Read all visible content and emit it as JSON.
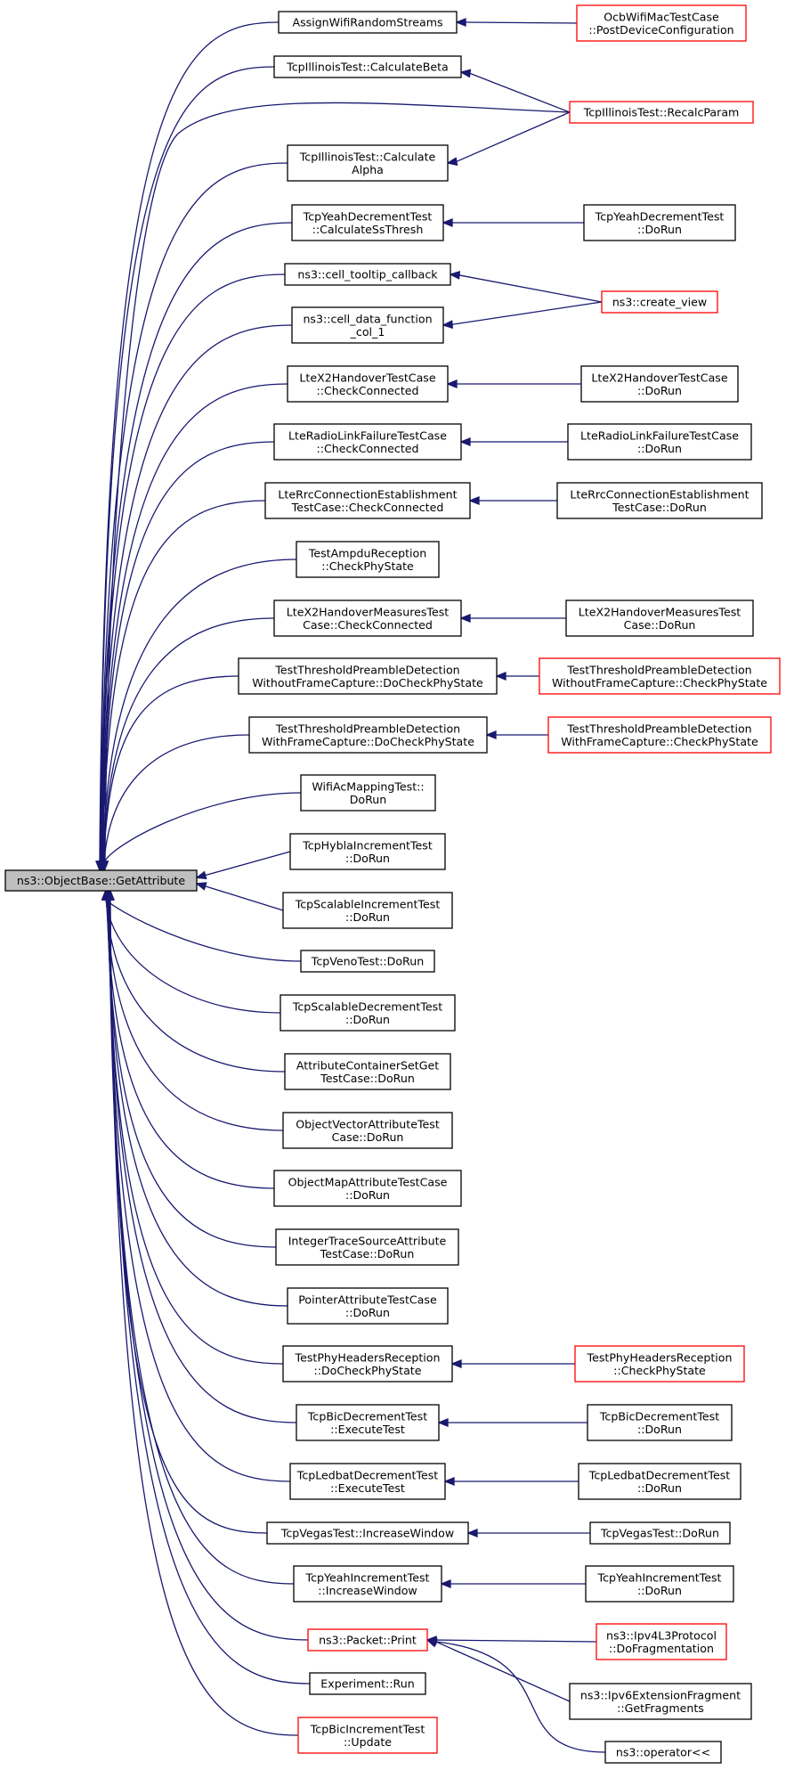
{
  "graph": {
    "root": {
      "id": "root",
      "lines": [
        "ns3::ObjectBase::GetAttribute"
      ]
    },
    "callers": [
      {
        "id": "c1",
        "lines": [
          "AssignWifiRandomStreams"
        ]
      },
      {
        "id": "c2",
        "lines": [
          "TcpIllinoisTest::CalculateBeta"
        ]
      },
      {
        "id": "c3",
        "lines": [
          "TcpIllinoisTest::Calculate",
          "Alpha"
        ]
      },
      {
        "id": "c4",
        "lines": [
          "TcpYeahDecrementTest",
          "::CalculateSsThresh"
        ]
      },
      {
        "id": "c5",
        "lines": [
          "ns3::cell_tooltip_callback"
        ]
      },
      {
        "id": "c6",
        "lines": [
          "ns3::cell_data_function",
          "_col_1"
        ]
      },
      {
        "id": "c7",
        "lines": [
          "LteX2HandoverTestCase",
          "::CheckConnected"
        ]
      },
      {
        "id": "c8",
        "lines": [
          "LteRadioLinkFailureTestCase",
          "::CheckConnected"
        ]
      },
      {
        "id": "c9",
        "lines": [
          "LteRrcConnectionEstablishment",
          "TestCase::CheckConnected"
        ]
      },
      {
        "id": "c10",
        "lines": [
          "TestAmpduReception",
          "::CheckPhyState"
        ]
      },
      {
        "id": "c11",
        "lines": [
          "LteX2HandoverMeasuresTest",
          "Case::CheckConnected"
        ]
      },
      {
        "id": "c12",
        "lines": [
          "TestThresholdPreambleDetection",
          "WithoutFrameCapture::DoCheckPhyState"
        ]
      },
      {
        "id": "c13",
        "lines": [
          "TestThresholdPreambleDetection",
          "WithFrameCapture::DoCheckPhyState"
        ]
      },
      {
        "id": "c14",
        "lines": [
          "WifiAcMappingTest::",
          "DoRun"
        ]
      },
      {
        "id": "c15",
        "lines": [
          "TcpHyblaIncrementTest",
          "::DoRun"
        ]
      },
      {
        "id": "c16",
        "lines": [
          "TcpScalableIncrementTest",
          "::DoRun"
        ]
      },
      {
        "id": "c17",
        "lines": [
          "TcpVenoTest::DoRun"
        ]
      },
      {
        "id": "c18",
        "lines": [
          "TcpScalableDecrementTest",
          "::DoRun"
        ]
      },
      {
        "id": "c19",
        "lines": [
          "AttributeContainerSetGet",
          "TestCase::DoRun"
        ]
      },
      {
        "id": "c20",
        "lines": [
          "ObjectVectorAttributeTest",
          "Case::DoRun"
        ]
      },
      {
        "id": "c21",
        "lines": [
          "ObjectMapAttributeTestCase",
          "::DoRun"
        ]
      },
      {
        "id": "c22",
        "lines": [
          "IntegerTraceSourceAttribute",
          "TestCase::DoRun"
        ]
      },
      {
        "id": "c23",
        "lines": [
          "PointerAttributeTestCase",
          "::DoRun"
        ]
      },
      {
        "id": "c24",
        "lines": [
          "TestPhyHeadersReception",
          "::DoCheckPhyState"
        ]
      },
      {
        "id": "c25",
        "lines": [
          "TcpBicDecrementTest",
          "::ExecuteTest"
        ]
      },
      {
        "id": "c26",
        "lines": [
          "TcpLedbatDecrementTest",
          "::ExecuteTest"
        ]
      },
      {
        "id": "c27",
        "lines": [
          "TcpVegasTest::IncreaseWindow"
        ]
      },
      {
        "id": "c28",
        "lines": [
          "TcpYeahIncrementTest",
          "::IncreaseWindow"
        ]
      },
      {
        "id": "c29",
        "lines": [
          "ns3::Packet::Print"
        ]
      },
      {
        "id": "c30",
        "lines": [
          "Experiment::Run"
        ]
      },
      {
        "id": "c31",
        "lines": [
          "TcpBicIncrementTest",
          "::Update"
        ]
      }
    ],
    "outer": [
      {
        "id": "o1",
        "lines": [
          "OcbWifiMacTestCase",
          "::PostDeviceConfiguration"
        ]
      },
      {
        "id": "o2",
        "lines": [
          "TcpIllinoisTest::RecalcParam"
        ]
      },
      {
        "id": "o3",
        "lines": [
          "TcpYeahDecrementTest",
          "::DoRun"
        ]
      },
      {
        "id": "o4",
        "lines": [
          "ns3::create_view"
        ]
      },
      {
        "id": "o5",
        "lines": [
          "LteX2HandoverTestCase",
          "::DoRun"
        ]
      },
      {
        "id": "o6",
        "lines": [
          "LteRadioLinkFailureTestCase",
          "::DoRun"
        ]
      },
      {
        "id": "o7",
        "lines": [
          "LteRrcConnectionEstablishment",
          "TestCase::DoRun"
        ]
      },
      {
        "id": "o8",
        "lines": [
          "LteX2HandoverMeasuresTest",
          "Case::DoRun"
        ]
      },
      {
        "id": "o9",
        "lines": [
          "TestThresholdPreambleDetection",
          "WithoutFrameCapture::CheckPhyState"
        ]
      },
      {
        "id": "o10",
        "lines": [
          "TestThresholdPreambleDetection",
          "WithFrameCapture::CheckPhyState"
        ]
      },
      {
        "id": "o11",
        "lines": [
          "TestPhyHeadersReception",
          "::CheckPhyState"
        ]
      },
      {
        "id": "o12",
        "lines": [
          "TcpBicDecrementTest",
          "::DoRun"
        ]
      },
      {
        "id": "o13",
        "lines": [
          "TcpLedbatDecrementTest",
          "::DoRun"
        ]
      },
      {
        "id": "o14",
        "lines": [
          "TcpVegasTest::DoRun"
        ]
      },
      {
        "id": "o15",
        "lines": [
          "TcpYeahIncrementTest",
          "::DoRun"
        ]
      },
      {
        "id": "o16",
        "lines": [
          "ns3::Ipv4L3Protocol",
          "::DoFragmentation"
        ]
      },
      {
        "id": "o17",
        "lines": [
          "ns3::Ipv6ExtensionFragment",
          "::GetFragments"
        ]
      },
      {
        "id": "o18",
        "lines": [
          "ns3::operator<<"
        ]
      }
    ]
  }
}
